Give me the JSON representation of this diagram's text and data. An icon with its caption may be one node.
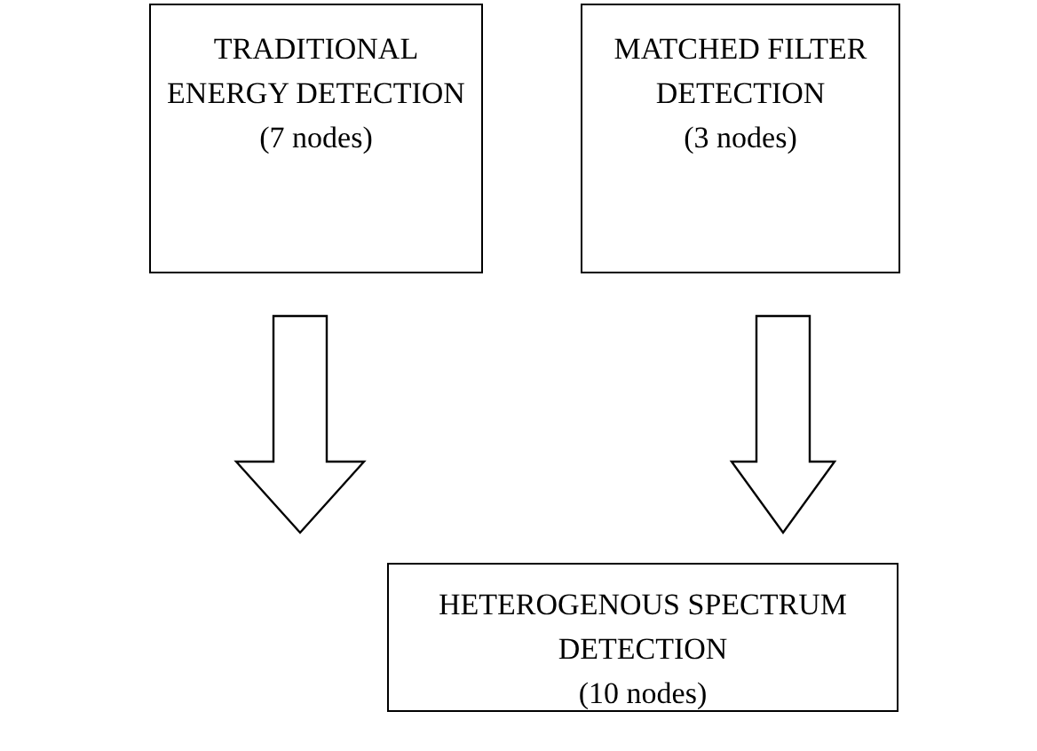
{
  "diagram": {
    "nodes": [
      {
        "text": [
          "TRADITIONAL ENERGY DETECTION",
          "(7 nodes)"
        ]
      },
      {
        "text": [
          "MATCHED FILTER DETECTION",
          "(3 nodes)"
        ]
      },
      {
        "text": [
          "HETEROGENOUS SPECTRUM DETECTION",
          "(10 nodes)"
        ]
      }
    ],
    "edges": [
      {
        "from": 0,
        "to": 2,
        "arrow": "to"
      },
      {
        "from": 1,
        "to": 2,
        "arrow": "to"
      }
    ]
  }
}
